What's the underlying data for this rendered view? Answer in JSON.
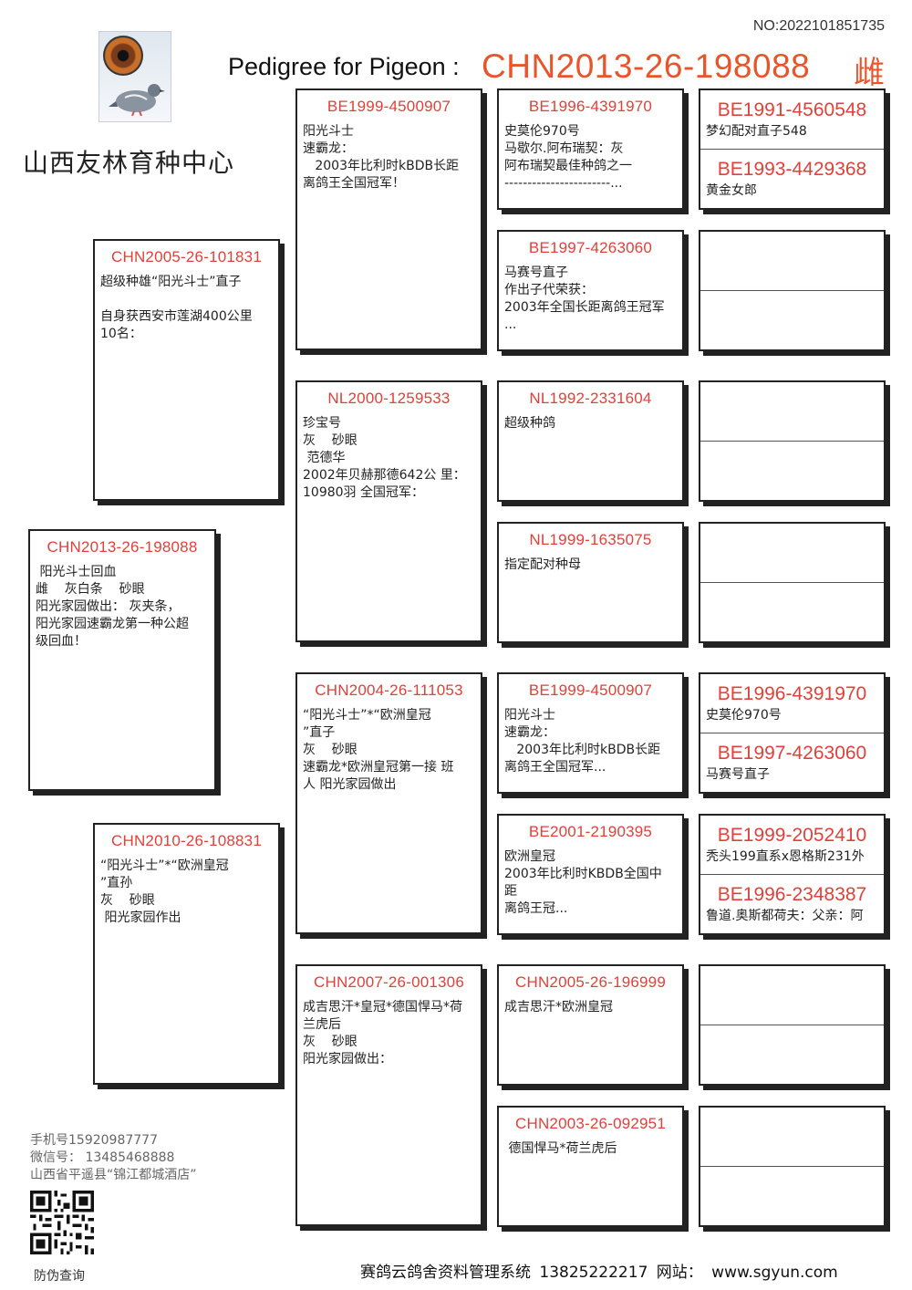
{
  "header": {
    "no": "NO:2022101851735",
    "title_prefix": "Pedigree for Pigeon :",
    "ring": "CHN2013-26-198088",
    "sex": "雌",
    "org_name": "山西友林育种中心"
  },
  "subject": {
    "ring": "CHN2013-26-198088",
    "desc": " 阳光斗士回血\n雌    灰白条    砂眼\n阳光家园做出： 灰夹条，\n阳光家园速霸龙第一种公超\n级回血！"
  },
  "sire": {
    "ring": "CHN2005-26-101831",
    "desc": "超级种雄“阳光斗士”直子\n\n自身获西安市莲湖400公里\n10名："
  },
  "dam": {
    "ring": "CHN2010-26-108831",
    "desc": "“阳光斗士”*“欧洲皇冠\n”直孙\n灰    砂眼\n 阳光家园作出"
  },
  "gen3": [
    {
      "ring": "BE1999-4500907",
      "desc": "阳光斗士\n速霸龙：\n   2003年比利时kBDB长距\n离鸽王全国冠军！"
    },
    {
      "ring": "NL2000-1259533",
      "desc": "珍宝号\n灰    砂眼\n 范德华\n2002年贝赫那德642公 里：\n10980羽 全国冠军："
    },
    {
      "ring": "CHN2004-26-111053",
      "desc": "“阳光斗士”*“欧洲皇冠\n”直子\n灰    砂眼\n速霸龙*欧洲皇冠第一接 班\n人 阳光家园做出"
    },
    {
      "ring": "CHN2007-26-001306",
      "desc": "成吉思汗*皇冠*德国悍马*荷\n兰虎后\n灰    砂眼\n阳光家园做出："
    }
  ],
  "gen2": [
    {
      "ring": "BE1996-4391970",
      "desc": "史莫伦970号\n马歇尔.阿布瑞契：灰\n阿布瑞契最佳种鸽之一\n-----------------------..."
    },
    {
      "ring": "BE1997-4263060",
      "desc": "马赛号直子\n作出子代荣获：\n2003年全国长距离鸽王冠军\n..."
    },
    {
      "ring": "NL1992-2331604",
      "desc": "超级种鸽"
    },
    {
      "ring": "NL1999-1635075",
      "desc": "指定配对种母"
    },
    {
      "ring": "BE1999-4500907",
      "desc": "阳光斗士\n速霸龙：\n   2003年比利时kBDB长距\n离鸽王全国冠军..."
    },
    {
      "ring": "BE2001-2190395",
      "desc": "欧洲皇冠\n2003年比利时KBDB全国中\n距\n离鸽王冠..."
    },
    {
      "ring": "CHN2005-26-196999",
      "desc": "成吉思汗*欧洲皇冠"
    },
    {
      "ring": "CHN2003-26-092951",
      "desc": " 德国悍马*荷兰虎后"
    }
  ],
  "gen1": [
    {
      "top": {
        "ring": "BE1991-4560548",
        "desc": "梦幻配对直子548"
      },
      "bottom": {
        "ring": "BE1993-4429368",
        "desc": "黄金女郎"
      }
    },
    {
      "top": {
        "ring": "",
        "desc": ""
      },
      "bottom": {
        "ring": "",
        "desc": ""
      }
    },
    {
      "top": {
        "ring": "",
        "desc": ""
      },
      "bottom": {
        "ring": "",
        "desc": ""
      }
    },
    {
      "top": {
        "ring": "",
        "desc": ""
      },
      "bottom": {
        "ring": "",
        "desc": ""
      }
    },
    {
      "top": {
        "ring": "BE1996-4391970",
        "desc": "史莫伦970号"
      },
      "bottom": {
        "ring": "BE1997-4263060",
        "desc": "马赛号直子"
      }
    },
    {
      "top": {
        "ring": "BE1999-2052410",
        "desc": "秃头199直系x恩格斯231外"
      },
      "bottom": {
        "ring": "BE1996-2348387",
        "desc": "鲁道.奥斯都荷夫：父亲：阿"
      }
    },
    {
      "top": {
        "ring": "",
        "desc": ""
      },
      "bottom": {
        "ring": "",
        "desc": ""
      }
    },
    {
      "top": {
        "ring": "",
        "desc": ""
      },
      "bottom": {
        "ring": "",
        "desc": ""
      }
    }
  ],
  "contact": {
    "phone": "手机号15920987777",
    "wechat": "微信号： 13485468888",
    "address": "山西省平遥县“锦江都城酒店”",
    "qr_label": "防伪查询"
  },
  "footer": {
    "text": "赛鸽云鸽舍资料管理系统    13825222217    网站：  www.sgyun.com"
  }
}
